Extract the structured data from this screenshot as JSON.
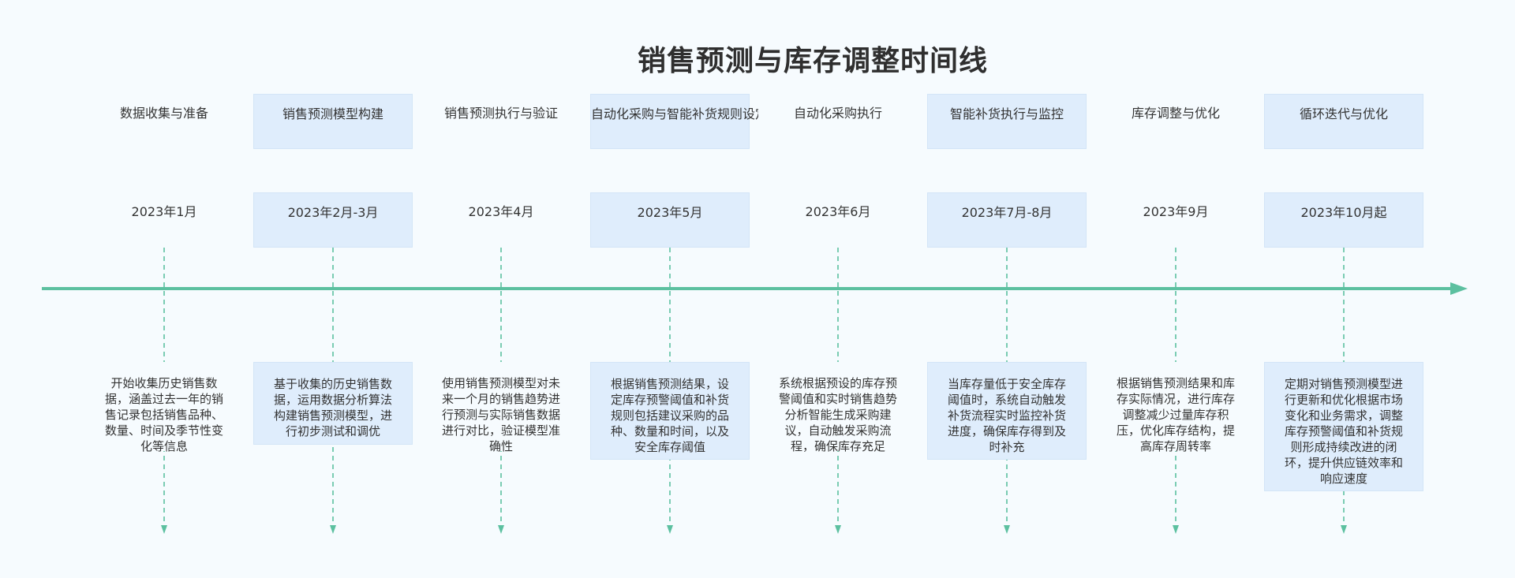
{
  "title": "销售预测与库存调整时间线",
  "colors": {
    "accent": "#5cc0a0",
    "box_fill": "#dfedfc",
    "background": "#f6fbfe"
  },
  "milestones": [
    {
      "phase": "数据收集与准备",
      "date": "2023年1月",
      "description": "开始收集历史销售数据，涵盖过去一年的销售记录包括销售品种、数量、时间及季节性变化等信息",
      "highlighted": false
    },
    {
      "phase": "销售预测模型构建",
      "date": "2023年2月-3月",
      "description": "基于收集的历史销售数据，运用数据分析算法构建销售预测模型，进行初步测试和调优",
      "highlighted": true
    },
    {
      "phase": "销售预测执行与验证",
      "date": "2023年4月",
      "description": "使用销售预测模型对未来一个月的销售趋势进行预测与实际销售数据进行对比，验证模型准确性",
      "highlighted": false
    },
    {
      "phase": "自动化采购与智能补货规则设定",
      "date": "2023年5月",
      "description": "根据销售预测结果，设定库存预警阈值和补货规则包括建议采购的品种、数量和时间，以及安全库存阈值",
      "highlighted": true
    },
    {
      "phase": "自动化采购执行",
      "date": "2023年6月",
      "description": "系统根据预设的库存预警阈值和实时销售趋势分析智能生成采购建议，自动触发采购流程，确保库存充足",
      "highlighted": false
    },
    {
      "phase": "智能补货执行与监控",
      "date": "2023年7月-8月",
      "description": "当库存量低于安全库存阈值时，系统自动触发补货流程实时监控补货进度，确保库存得到及时补充",
      "highlighted": true
    },
    {
      "phase": "库存调整与优化",
      "date": "2023年9月",
      "description": "根据销售预测结果和库存实际情况，进行库存调整减少过量库存积压，优化库存结构，提高库存周转率",
      "highlighted": false
    },
    {
      "phase": "循环迭代与优化",
      "date": "2023年10月起",
      "description": "定期对销售预测模型进行更新和优化根据市场变化和业务需求，调整库存预警阈值和补货规则形成持续改进的闭环，提升供应链效率和响应速度",
      "highlighted": true
    }
  ]
}
